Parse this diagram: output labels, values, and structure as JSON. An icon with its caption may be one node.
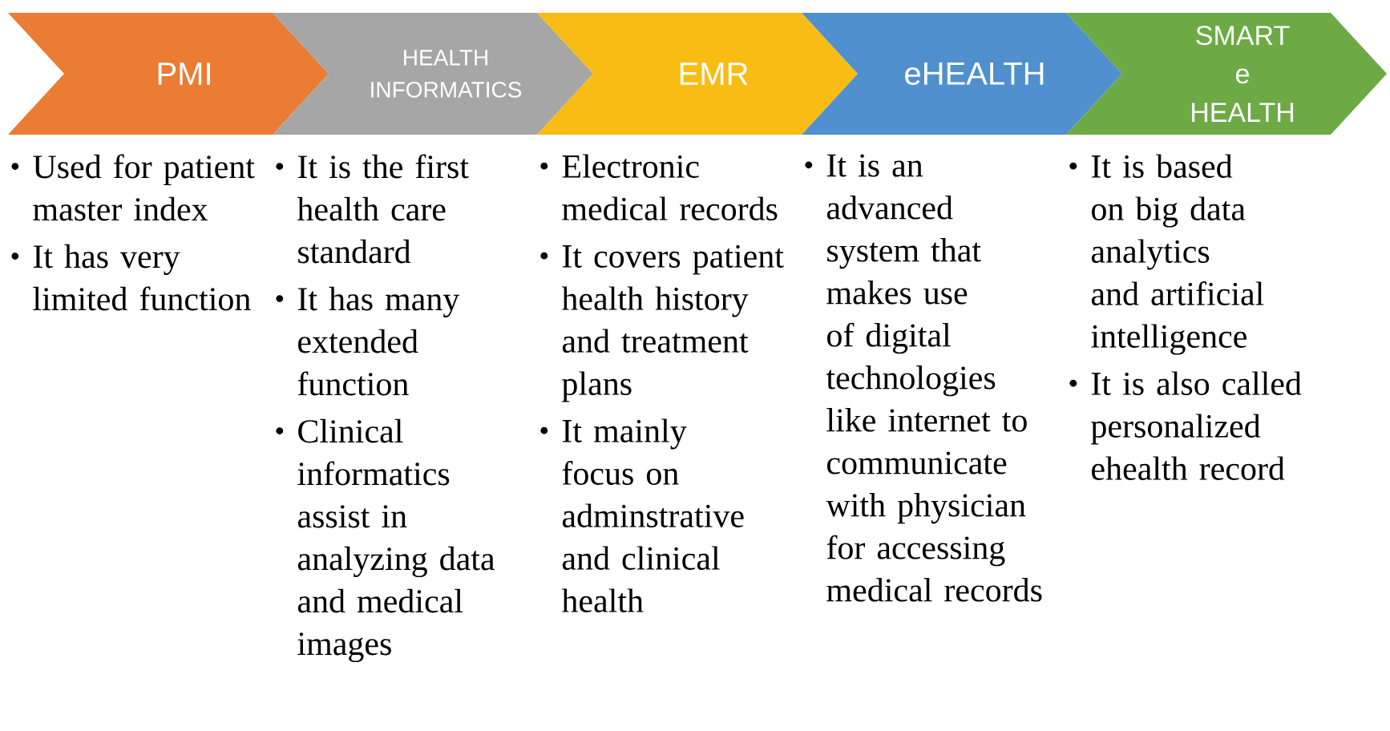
{
  "diagram": {
    "nodes": [
      {
        "text": [
          "PMI"
        ],
        "beside": [
          "Used for patient master index",
          "It has very limited function"
        ]
      },
      {
        "text": [
          "HEALTH INFORMATICS"
        ],
        "beside": [
          "It is the first health care standard",
          "It has many extended function",
          "Clinical informatics assist in analyzing data and medical images"
        ]
      },
      {
        "text": [
          "EMR"
        ],
        "beside": [
          "Electronic medical records",
          "It covers patient health history and treatment plans",
          "It mainly focus on adminstrative and clinical health"
        ]
      },
      {
        "text": [
          "eHEALTH"
        ],
        "beside": [
          "It is an advanced system that makes use of digital technologies like internet to communicate with physician for accessing medical records"
        ]
      },
      {
        "text": [
          "SMART e HEALTH"
        ],
        "beside": [
          "It is based on big data analytics and artificial intelligence",
          "It is also called personalized ehealth record"
        ]
      }
    ]
  }
}
